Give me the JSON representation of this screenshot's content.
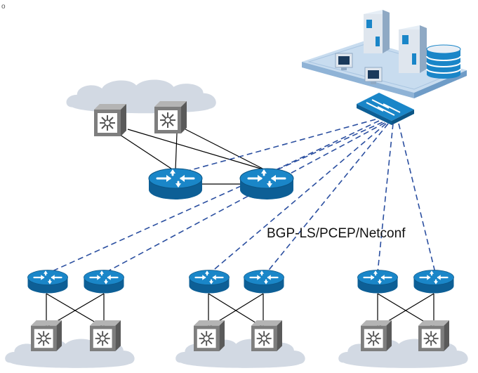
{
  "labels": {
    "protocol": "BGP-LS/PCEP/Netconf",
    "corner_mark": "o"
  },
  "colors": {
    "router_blue": "#1a86c8",
    "router_dark": "#0d5f96",
    "cloud": "#d2d9e3",
    "switch_body": "#7a7a7a",
    "platform": "#c8dcef",
    "control_link": "#2b4fa0",
    "physical_link": "#000000"
  },
  "icons": [
    "cloud-icon",
    "router-icon",
    "optical-switch-icon",
    "server-icon",
    "monitor-icon",
    "database-icon",
    "lan-switch-icon"
  ],
  "nodes": {
    "controller": "sdn-controller",
    "core_routers": [
      "core-router-left",
      "core-router-right"
    ],
    "core_switches": [
      "core-switch-left",
      "core-switch-right"
    ],
    "domains": [
      "domain-left",
      "domain-middle",
      "domain-right"
    ]
  }
}
